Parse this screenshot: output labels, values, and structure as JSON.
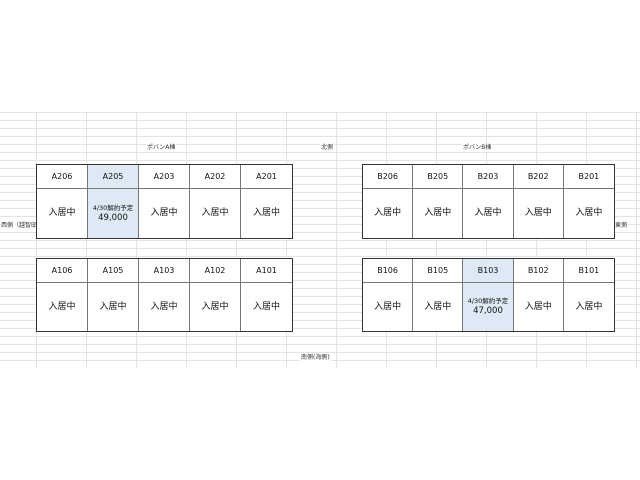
{
  "labels": {
    "building_a": "ポバンA棟",
    "building_b": "ポバンB棟",
    "north": "北側",
    "west": "西側（越智邸側）",
    "east": "東側",
    "south": "南側(海側)"
  },
  "blocks": {
    "a_upper": {
      "rooms": [
        {
          "id": "A206",
          "status": "入居中"
        },
        {
          "id": "A205",
          "note": "4/30解約予定",
          "price": "49,000",
          "highlight": true
        },
        {
          "id": "A203",
          "status": "入居中"
        },
        {
          "id": "A202",
          "status": "入居中"
        },
        {
          "id": "A201",
          "status": "入居中"
        }
      ]
    },
    "a_lower": {
      "rooms": [
        {
          "id": "A106",
          "status": "入居中"
        },
        {
          "id": "A105",
          "status": "入居中"
        },
        {
          "id": "A103",
          "status": "入居中"
        },
        {
          "id": "A102",
          "status": "入居中"
        },
        {
          "id": "A101",
          "status": "入居中"
        }
      ]
    },
    "b_upper": {
      "rooms": [
        {
          "id": "B206",
          "status": "入居中"
        },
        {
          "id": "B205",
          "status": "入居中"
        },
        {
          "id": "B203",
          "status": "入居中"
        },
        {
          "id": "B202",
          "status": "入居中"
        },
        {
          "id": "B201",
          "status": "入居中"
        }
      ]
    },
    "b_lower": {
      "rooms": [
        {
          "id": "B106",
          "status": "入居中"
        },
        {
          "id": "B105",
          "status": "入居中"
        },
        {
          "id": "B103",
          "note": "4/30解約予定",
          "price": "47,000",
          "highlight": true
        },
        {
          "id": "B102",
          "status": "入居中"
        },
        {
          "id": "B101",
          "status": "入居中"
        }
      ]
    }
  },
  "colors": {
    "highlight": "#dde9f5",
    "grid": "#e3e3e3"
  }
}
